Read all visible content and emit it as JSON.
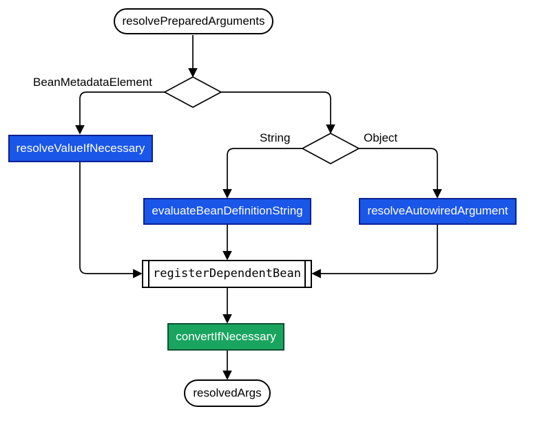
{
  "diagram": {
    "type": "flowchart",
    "nodes": {
      "start": {
        "label": "resolvePreparedArguments",
        "shape": "terminator",
        "fill": "#ffffff",
        "text_color": "#000000"
      },
      "decision1": {
        "label": "",
        "shape": "decision",
        "fill": "#ffffff"
      },
      "decision2": {
        "label": "",
        "shape": "decision",
        "fill": "#ffffff"
      },
      "resolve_value_if_necessary": {
        "label": "resolveValueIfNecessary",
        "shape": "process",
        "fill": "#1a56e8",
        "text_color": "#ffffff"
      },
      "evaluate_bean_definition_string": {
        "label": "evaluateBeanDefinitionString",
        "shape": "process",
        "fill": "#1a56e8",
        "text_color": "#ffffff"
      },
      "resolve_autowired_argument": {
        "label": "resolveAutowiredArgument",
        "shape": "process",
        "fill": "#1a56e8",
        "text_color": "#ffffff"
      },
      "register_dependent_bean": {
        "label": "registerDependentBean",
        "shape": "subroutine",
        "fill": "#ffffff",
        "text_color": "#000000"
      },
      "convert_if_necessary": {
        "label": "convertIfNecessary",
        "shape": "process",
        "fill": "#19a45f",
        "text_color": "#ffffff"
      },
      "end": {
        "label": "resolvedArgs",
        "shape": "terminator",
        "fill": "#ffffff",
        "text_color": "#000000"
      }
    },
    "edges": [
      {
        "from": "start",
        "to": "decision1",
        "label": ""
      },
      {
        "from": "decision1",
        "to": "resolve_value_if_necessary",
        "label": "BeanMetadataElement"
      },
      {
        "from": "decision1",
        "to": "decision2",
        "label": ""
      },
      {
        "from": "decision2",
        "to": "evaluate_bean_definition_string",
        "label": "String"
      },
      {
        "from": "decision2",
        "to": "resolve_autowired_argument",
        "label": "Object"
      },
      {
        "from": "resolve_value_if_necessary",
        "to": "register_dependent_bean",
        "label": ""
      },
      {
        "from": "evaluate_bean_definition_string",
        "to": "register_dependent_bean",
        "label": ""
      },
      {
        "from": "resolve_autowired_argument",
        "to": "register_dependent_bean",
        "label": ""
      },
      {
        "from": "register_dependent_bean",
        "to": "convert_if_necessary",
        "label": ""
      },
      {
        "from": "convert_if_necessary",
        "to": "end",
        "label": ""
      }
    ],
    "colors": {
      "background": "#ffffff",
      "line": "#000000",
      "blue_fill": "#1a56e8",
      "blue_border": "#0b2091",
      "green_fill": "#19a45f",
      "green_border": "#0f5132",
      "node_border": "#000000"
    }
  }
}
